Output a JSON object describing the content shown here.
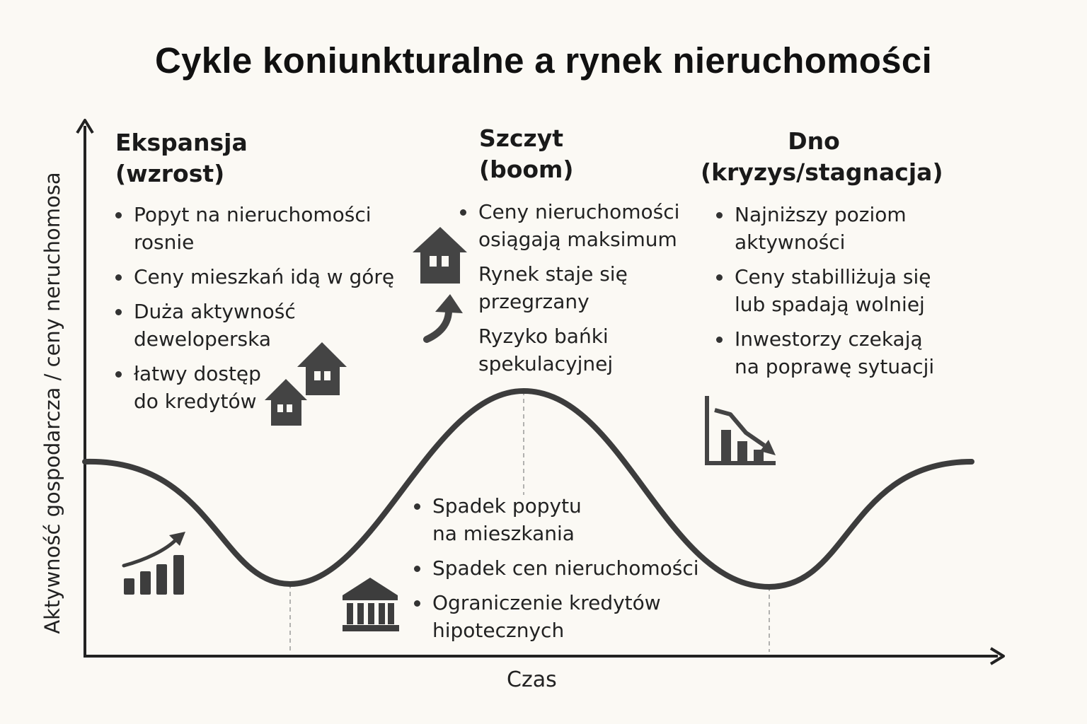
{
  "title": "Cykle koniunkturalne a rynek nieruchomości",
  "axes": {
    "y_label": "Aktywność gospodarcza / ceny neruchomosa",
    "x_label": "Czas"
  },
  "phases": {
    "expansion": {
      "title_lines": [
        "Ekspansja",
        "(wzrost)"
      ],
      "bullets": [
        [
          "Popyt na nieruchomości",
          "rosnie"
        ],
        [
          "Ceny mieszkań idą w górę"
        ],
        [
          "Duża aktywność",
          "deweloperska"
        ],
        [
          "łatwy dostęp",
          "do kredytów"
        ]
      ]
    },
    "peak": {
      "title_lines": [
        "Szczyt",
        "(boom)"
      ],
      "bullets": [
        [
          "Ceny nieruchomości",
          "osiągają maksimum"
        ],
        [
          "Rynek staje się",
          "przegrzany"
        ],
        [
          "Ryzyko bańki",
          "spekulacyjnej"
        ]
      ]
    },
    "trough": {
      "title_lines": [
        "Dno",
        "(kryzys/stagnacja)"
      ],
      "bullets": [
        [
          "Najniższy poziom",
          "aktywności"
        ],
        [
          "Ceny stabilliżuja się",
          "lub spadają wolniej"
        ],
        [
          "Inwestorzy czekają",
          "na poprawę sytuacji"
        ]
      ]
    },
    "recession": {
      "bullets": [
        [
          "Spadek popytu",
          "na mieszkania"
        ],
        [
          "Spadek cen nieruchomości"
        ],
        [
          "Ograniczenie kredytów",
          "hipotecznych"
        ]
      ]
    }
  },
  "icons": {
    "expansion": [
      "house-icon",
      "house-icon",
      "rising-bar-chart-icon"
    ],
    "peak": [
      "house-icon",
      "up-arrow-icon"
    ],
    "trough": [
      "falling-bar-chart-icon"
    ],
    "recession": [
      "bank-icon"
    ]
  },
  "colors": {
    "background": "#fbf9f4",
    "ink": "#3c3c3c",
    "text": "#1e1e1e"
  }
}
